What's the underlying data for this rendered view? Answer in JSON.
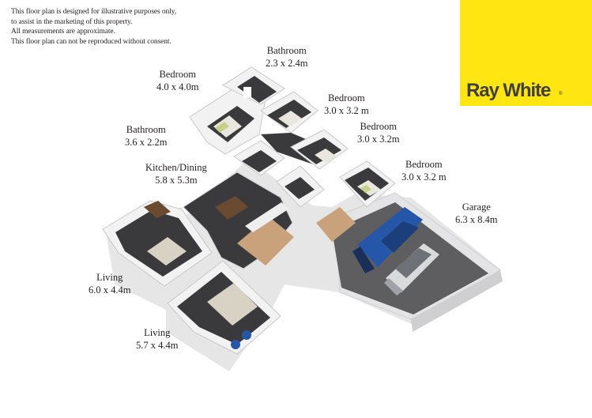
{
  "disclaimer": [
    "This floor plan is designed for illustrative purposes only,",
    "to assist in the marketing of this property.",
    "All measurements are approximate.",
    "This floor plan can not be reproduced without consent."
  ],
  "brand": {
    "name": "Ray White",
    "registered_mark": "®",
    "colors": {
      "yellow": "#ffe512",
      "text": "#404041"
    }
  },
  "rooms": [
    {
      "name": "Bathroom",
      "size": "2.3 x 2.4m"
    },
    {
      "name": "Bedroom",
      "size": "4.0 x 4.0m"
    },
    {
      "name": "Bedroom",
      "size": "3.0 x 3.2 m"
    },
    {
      "name": "Bedroom",
      "size": "3.0 x 3.2m"
    },
    {
      "name": "Bathroom",
      "size": "3.6 x 2.2m"
    },
    {
      "name": "Bedroom",
      "size": "3.0 x 3.2 m"
    },
    {
      "name": "Kitchen/Dining",
      "size": "5.8 x 5.3m"
    },
    {
      "name": "Garage",
      "size": "6.3 x 8.4m"
    },
    {
      "name": "Living",
      "size": "6.0 x 4.4m"
    },
    {
      "name": "Living",
      "size": "5.7 x 4.4m"
    }
  ],
  "colors": {
    "floor": "#3a3a3c",
    "wall": "#f2f2f2",
    "wall_shade": "#cfcfd1",
    "wood": "#c9a27c",
    "garage_floor": "#5e5e60",
    "car_blue": "#2556a8",
    "car_silver": "#d8dadc"
  }
}
